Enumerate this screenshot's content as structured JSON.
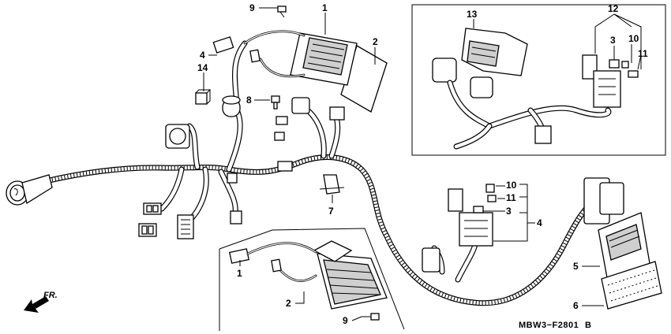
{
  "diagram": {
    "code": "MBW3−F2801",
    "code_suffix": "B",
    "direction": "FR."
  },
  "callouts": [
    {
      "id": "c-9a",
      "text": "9"
    },
    {
      "id": "c-1a",
      "text": "1"
    },
    {
      "id": "c-2a",
      "text": "2"
    },
    {
      "id": "c-4a",
      "text": "4"
    },
    {
      "id": "c-14",
      "text": "14"
    },
    {
      "id": "c-8",
      "text": "8"
    },
    {
      "id": "c-7",
      "text": "7"
    },
    {
      "id": "c-13",
      "text": "13"
    },
    {
      "id": "c-12",
      "text": "12"
    },
    {
      "id": "c-3a",
      "text": "3"
    },
    {
      "id": "c-10a",
      "text": "10"
    },
    {
      "id": "c-11a",
      "text": "11"
    },
    {
      "id": "c-10b",
      "text": "10"
    },
    {
      "id": "c-11b",
      "text": "11"
    },
    {
      "id": "c-3b",
      "text": "3"
    },
    {
      "id": "c-4b",
      "text": "4"
    },
    {
      "id": "c-5",
      "text": "5"
    },
    {
      "id": "c-6",
      "text": "6"
    },
    {
      "id": "c-1b",
      "text": "1"
    },
    {
      "id": "c-2b",
      "text": "2"
    },
    {
      "id": "c-9b",
      "text": "9"
    }
  ]
}
